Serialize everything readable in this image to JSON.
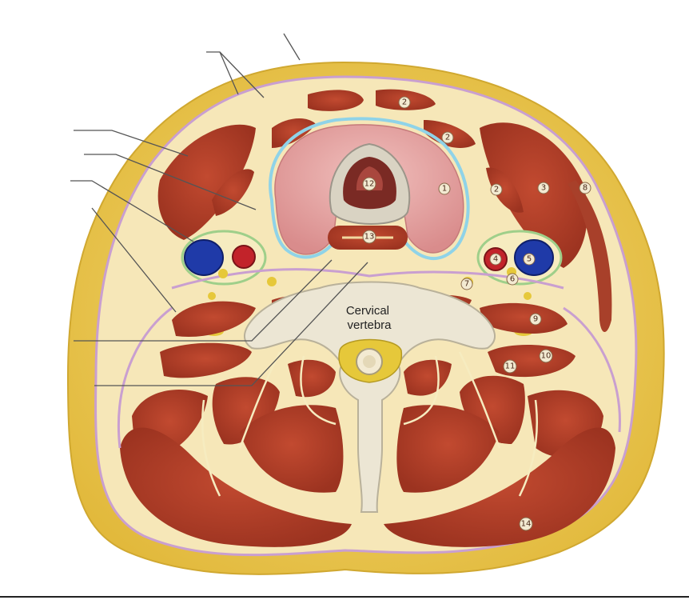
{
  "vertebra_label": [
    "Cervical",
    "vertebra"
  ],
  "numbers": {
    "n1": "1",
    "n2a": "2",
    "n2b": "2",
    "n2c": "2",
    "n3": "3",
    "n4": "4",
    "n5": "5",
    "n6": "6",
    "n7": "7",
    "n8": "8",
    "n9": "9",
    "n10": "10",
    "n11": "11",
    "n12": "12",
    "n13": "13",
    "n14": "14"
  },
  "colors": {
    "skin_fat": "#e9c64a",
    "fat_light": "#f6e7a6",
    "muscle": "#b5432c",
    "muscle_dark": "#8f2f1f",
    "fascia": "#c99fd0",
    "thyroid": "#e8a7a7",
    "thyroid_capsule": "#8fd3e8",
    "bone": "#ece6d4",
    "vein": "#1f3aa8",
    "artery": "#c2232a",
    "sheath": "#9fcf8a",
    "nerve": "#e6c83a",
    "leader": "#555555"
  }
}
